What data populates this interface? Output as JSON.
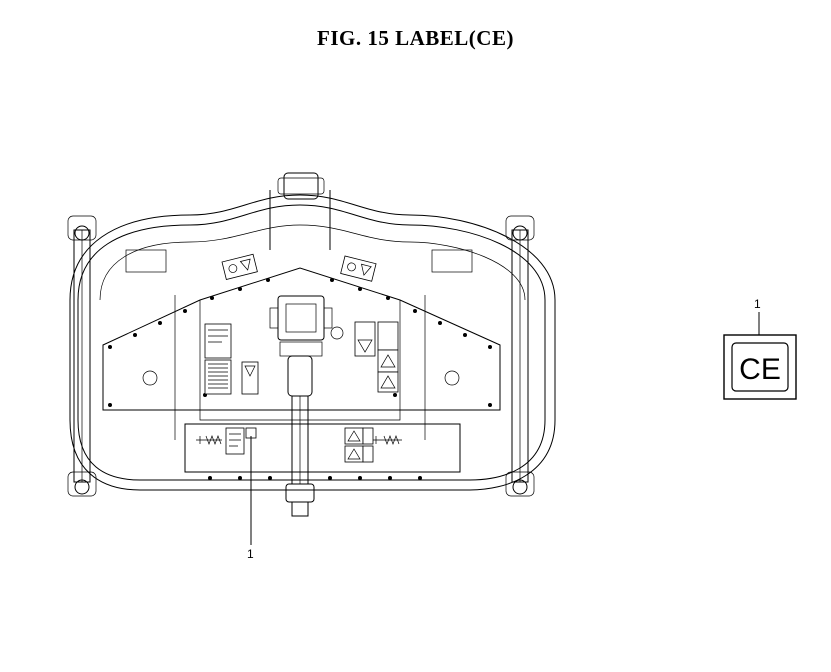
{
  "figure": {
    "title": "FIG. 15  LABEL(CE)"
  },
  "callouts": {
    "on_deck": "1",
    "detail": "1"
  },
  "ce_label": {
    "mark": "CE"
  }
}
